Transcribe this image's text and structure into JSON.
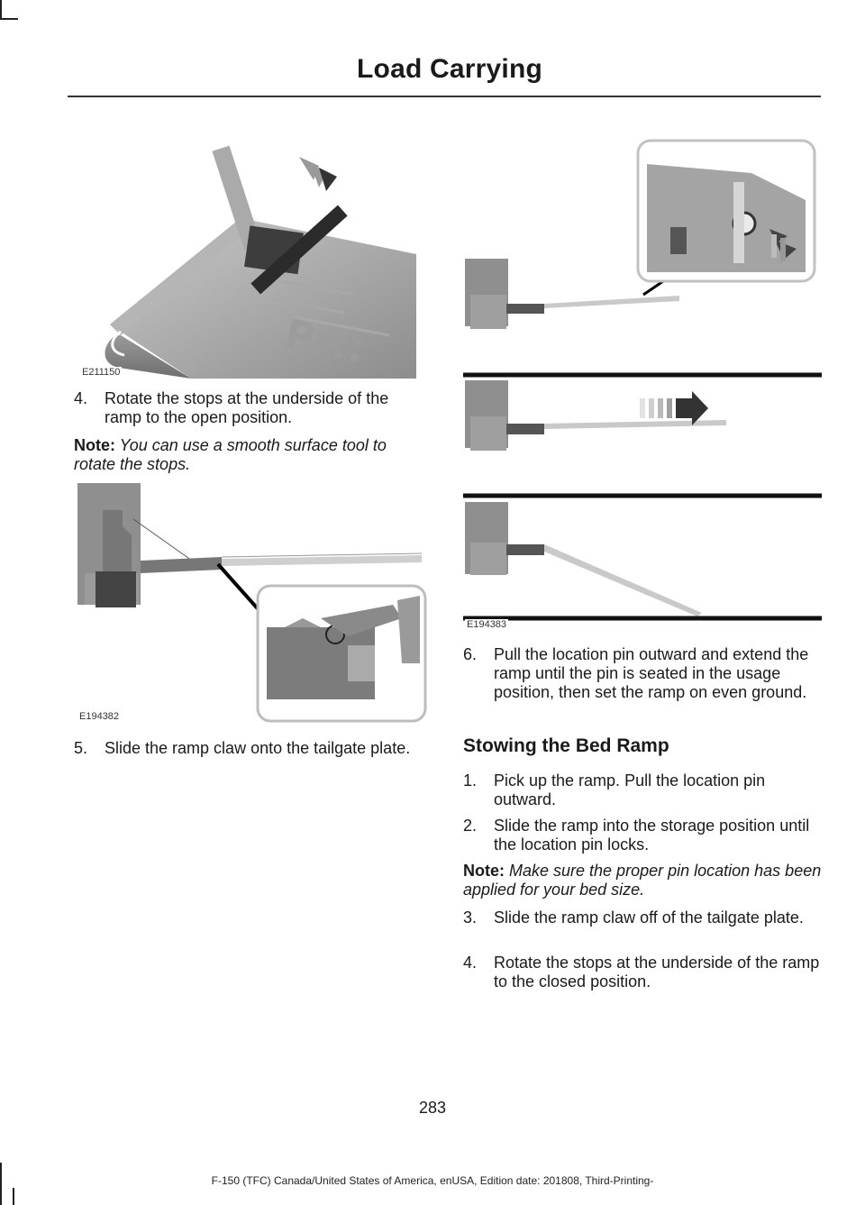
{
  "header": {
    "title": "Load Carrying"
  },
  "figures": {
    "fig1": {
      "code": "E211150",
      "icon": "ramp-stops-rotation-illustration"
    },
    "fig2": {
      "code": "E194382",
      "icon": "ramp-claw-tailgate-illustration"
    },
    "fig3": {
      "code": "E194383",
      "icon": "ramp-extend-location-pin-illustration"
    }
  },
  "left_column": {
    "step4": {
      "num": "4.",
      "text": "Rotate the stops at the underside of the ramp to the open position."
    },
    "note": {
      "label": "Note:",
      "text": " You can use a smooth surface tool to rotate the stops."
    },
    "step5": {
      "num": "5.",
      "text": "Slide the ramp claw onto the tailgate plate."
    }
  },
  "right_column": {
    "step6": {
      "num": "6.",
      "text": "Pull the location pin outward and extend the ramp until the pin is seated in the usage position, then set the ramp on even ground."
    },
    "heading": "Stowing the Bed Ramp",
    "stow_steps": [
      {
        "num": "1.",
        "text": "Pick up the ramp. Pull the location pin outward."
      },
      {
        "num": "2.",
        "text": "Slide the ramp into the storage position until the location pin locks."
      }
    ],
    "note": {
      "label": "Note:",
      "text": " Make sure the proper pin location has been applied for your bed size."
    },
    "stow_steps_2": [
      {
        "num": "3.",
        "text": "Slide the ramp claw off of the tailgate plate."
      },
      {
        "num": "4.",
        "text": "Rotate the stops at the underside of the ramp to the closed position."
      }
    ]
  },
  "page_number": "283",
  "footer": "F-150 (TFC) Canada/United States of America, enUSA, Edition date: 201808, Third-Printing-"
}
